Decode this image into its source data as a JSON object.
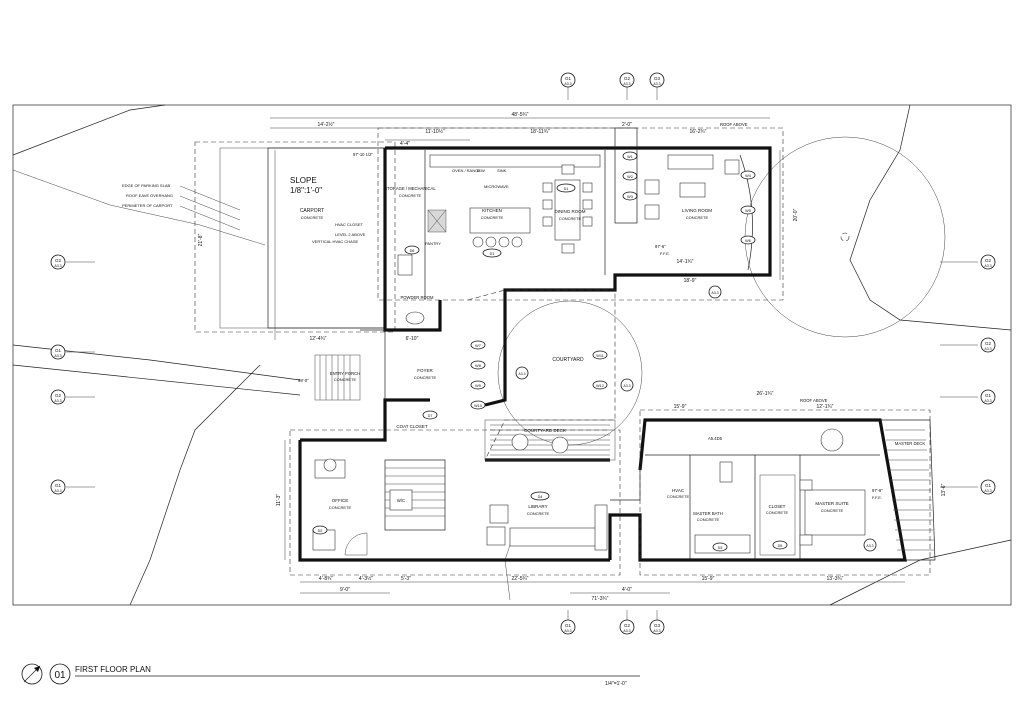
{
  "sheet": {
    "view_number": "01",
    "title": "FIRST FLOOR PLAN",
    "scale": "1/4\"=1'-0\""
  },
  "rooms": {
    "carport": "CARPORT",
    "storage": "STORAGE / MECHANICAL",
    "kitchen": "KITCHEN",
    "dining": "DINING ROOM",
    "living": "LIVING ROOM",
    "powder": "POWDER ROOM",
    "pantry": "PANTRY",
    "courtyard": "COURTYARD",
    "courtyard_deck": "COURTYARD DECK",
    "entry": "ENTRY PORCH",
    "foyer": "FOYER",
    "coat": "COAT CLOSET",
    "office": "OFFICE",
    "library": "LIBRARY",
    "hvac": "HVAC",
    "master_bath": "MASTER BATH",
    "closet": "CLOSET",
    "master_suite": "MASTER SUITE",
    "master_deck": "MASTER DECK",
    "wc": "W/C"
  },
  "finish": "CONCRETE",
  "notes": {
    "slope": "SLOPE",
    "slope_value": "1/8\":1'-0\"",
    "edge_parking": "EDGE OF PARKING SLAB",
    "roof_eave": "ROOF EAVE OVERHANG",
    "perimeter_carport": "PERIMETER OF CARPORT",
    "hvac_closet": "HVAC CLOSET",
    "level2": "LEVEL 2 ABOVE",
    "vertical_chase": "VERTICAL HVAC CHASE",
    "roof_above": "ROOF ABOVE",
    "roof_above_2": "ROOF ABOVE",
    "oven": "OVEN / RANGE",
    "dw": "D.W.",
    "sink": "SINK",
    "microwave": "MICROWAVE",
    "ffe": "F.F.E.",
    "elev1": "97'-6\"",
    "elev2": "97'-10 1/2\"",
    "elev3": "98'-0\""
  },
  "dimensions": {
    "top_overall": "48'-5¾\"",
    "d1": "14'-2½\"",
    "d2": "11'-10½\"",
    "d3": "18'-11¾\"",
    "d4": "16'-2¾\"",
    "d5": "4'-4\"",
    "d6": "2'-0\"",
    "d7": "12'-4¾\"",
    "d8": "6'-10\"",
    "d9": "14'-1¾\"",
    "d10": "18'-9\"",
    "d11": "26'-1¾\"",
    "d12": "15'-9\"",
    "d13": "12'-1¾\"",
    "b1": "4'-8¾\"",
    "b2": "4'-3½\"",
    "b3": "5'-3\"",
    "b4": "9'-0\"",
    "b5": "22'-5¾\"",
    "b6": "15'-9\"",
    "b7": "13'-3¾\"",
    "b8": "4'-0\"",
    "b_overall": "71'-3¾\"",
    "l1": "21'-8\"",
    "l2": "11'-3\"",
    "r1": "20'-0\"",
    "r2": "13'-6\""
  },
  "grid_markers": {
    "top": [
      "G1",
      "G2",
      "G3"
    ],
    "bottom": [
      "G1",
      "G2",
      "G3"
    ],
    "left": [
      "G2",
      "G1",
      "G2",
      "G1"
    ],
    "right": [
      "G2",
      "G2",
      "G1",
      "G1"
    ],
    "sheet_ref": "A3.3"
  },
  "keynotes": [
    "D1",
    "D2",
    "D3",
    "D4",
    "D5",
    "D6",
    "D7",
    "W1",
    "W2",
    "W3",
    "W4",
    "W5",
    "W6",
    "W7",
    "W8",
    "W9",
    "W10",
    "W11",
    "W12",
    "A5.4D5"
  ]
}
